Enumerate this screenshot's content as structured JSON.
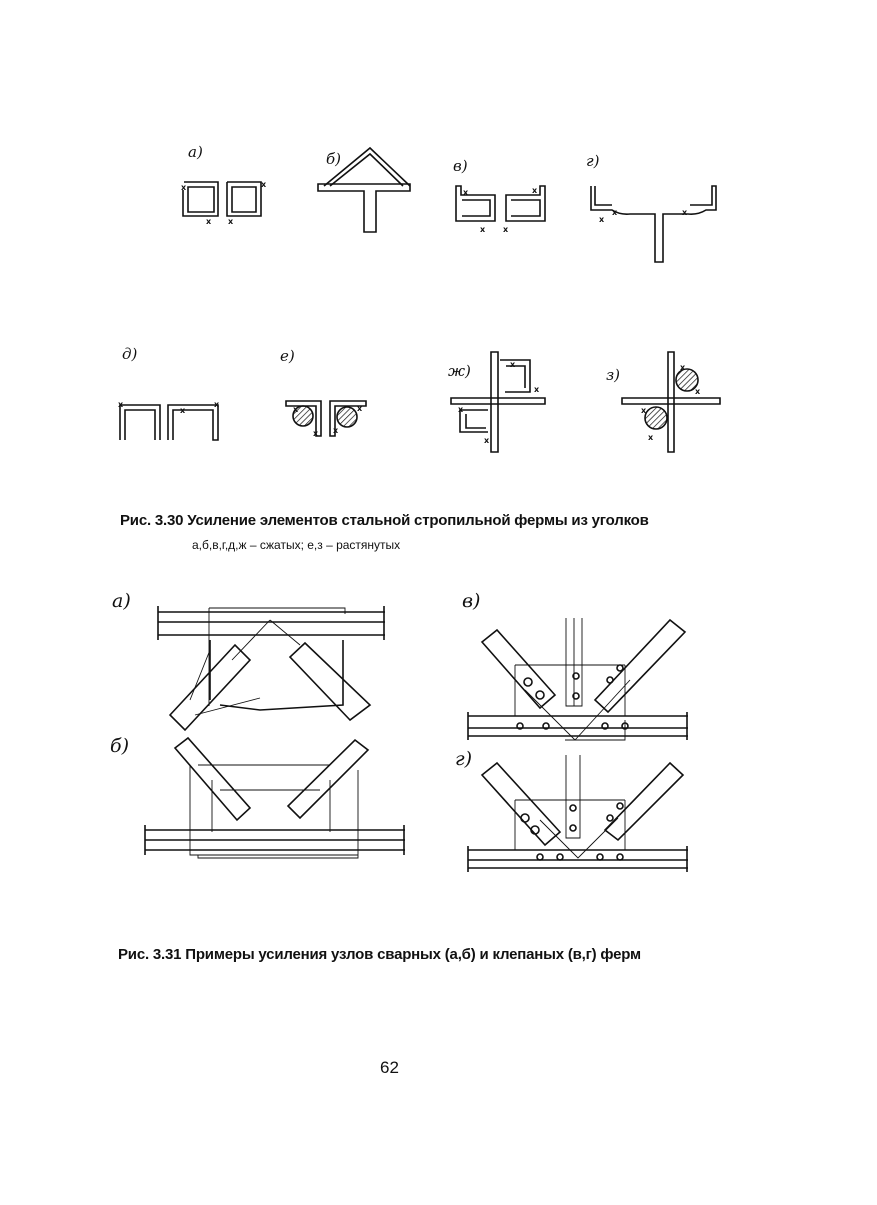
{
  "figure_330": {
    "labels": [
      "а)",
      "б)",
      "в)",
      "г)",
      "д)",
      "е)",
      "ж)",
      "з)"
    ],
    "caption": "Рис. 3.30  Усиление элементов стальной стропильной фермы из  уголков",
    "subcaption": "а,б,в,г,д,ж  – сжатых;  е,з – растянутых"
  },
  "figure_331": {
    "labels": [
      "а)",
      "б)",
      "в)",
      "г)"
    ],
    "caption": "Рис. 3.31 Примеры усиления узлов сварных (а,б) и клепаных (в,г) ферм"
  },
  "page_number": "62"
}
